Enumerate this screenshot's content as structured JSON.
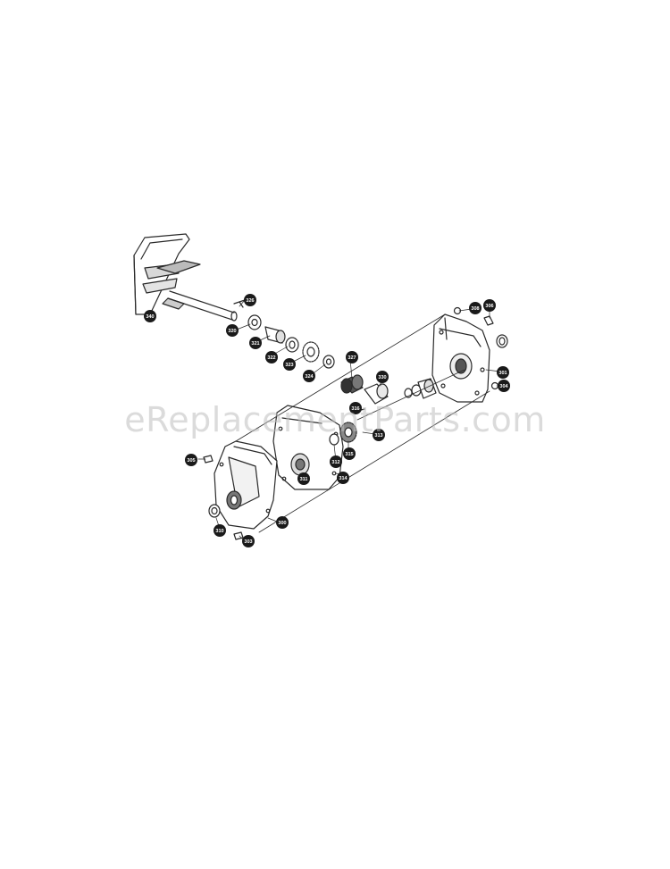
{
  "watermark": "eReplacementParts.com",
  "callouts": [
    {
      "id": "c340",
      "label": "340"
    },
    {
      "id": "c326",
      "label": "326"
    },
    {
      "id": "c320",
      "label": "320"
    },
    {
      "id": "c321",
      "label": "321"
    },
    {
      "id": "c322",
      "label": "322"
    },
    {
      "id": "c323",
      "label": "323"
    },
    {
      "id": "c324",
      "label": "324"
    },
    {
      "id": "c327",
      "label": "327"
    },
    {
      "id": "c330",
      "label": "330"
    },
    {
      "id": "c306",
      "label": "306"
    },
    {
      "id": "c308",
      "label": "308"
    },
    {
      "id": "c301",
      "label": "301"
    },
    {
      "id": "c304",
      "label": "304"
    },
    {
      "id": "c316",
      "label": "316"
    },
    {
      "id": "c313",
      "label": "313"
    },
    {
      "id": "c315",
      "label": "315"
    },
    {
      "id": "c312",
      "label": "312"
    },
    {
      "id": "c311",
      "label": "311"
    },
    {
      "id": "c314",
      "label": "314"
    },
    {
      "id": "c305",
      "label": "305"
    },
    {
      "id": "c300",
      "label": "300"
    },
    {
      "id": "c310",
      "label": "310"
    },
    {
      "id": "c303",
      "label": "303"
    }
  ],
  "colors": {
    "line": "#2a2a2a",
    "callout_fill": "#1a1a1a",
    "shade": "#9a9a9a"
  }
}
